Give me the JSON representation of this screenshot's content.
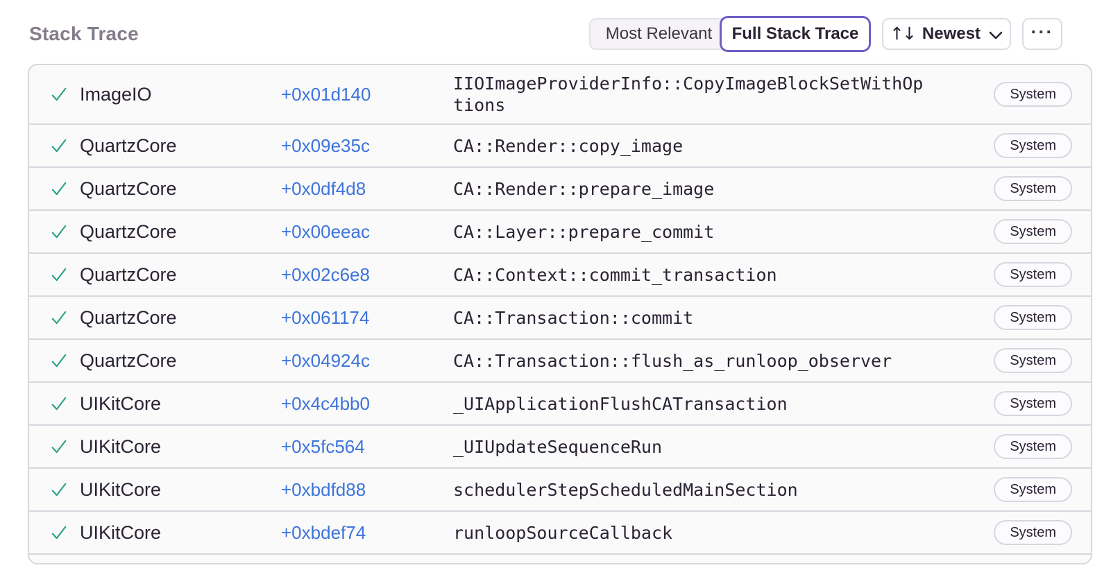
{
  "header": {
    "title": "Stack Trace",
    "segmented_control": {
      "most_relevant_label": "Most Relevant",
      "full_stack_trace_label": "Full Stack Trace",
      "active": "Full Stack Trace"
    },
    "sort_button": {
      "icon": "sort-arrows-icon",
      "icon_glyph": "↑↓",
      "label": "Newest",
      "chevron": "chevron-down-icon"
    },
    "more_button": {
      "icon": "ellipsis-icon",
      "glyph": "···"
    }
  },
  "colors": {
    "accent_purple": "#6C5FC7",
    "link_blue": "#3D74DB",
    "check_green": "#2BA185",
    "title_gray": "#857C8D",
    "text_dark": "#2B2233",
    "row_background": "#FAFAFB",
    "divider": "#D9D6DE"
  },
  "frames": [
    {
      "module": "ImageIO",
      "address": "+0x01d140",
      "function": "IIOImageProviderInfo::CopyImageBlockSetWithOptions",
      "tag": "System"
    },
    {
      "module": "QuartzCore",
      "address": "+0x09e35c",
      "function": "CA::Render::copy_image",
      "tag": "System"
    },
    {
      "module": "QuartzCore",
      "address": "+0x0df4d8",
      "function": "CA::Render::prepare_image",
      "tag": "System"
    },
    {
      "module": "QuartzCore",
      "address": "+0x00eeac",
      "function": "CA::Layer::prepare_commit",
      "tag": "System"
    },
    {
      "module": "QuartzCore",
      "address": "+0x02c6e8",
      "function": "CA::Context::commit_transaction",
      "tag": "System"
    },
    {
      "module": "QuartzCore",
      "address": "+0x061174",
      "function": "CA::Transaction::commit",
      "tag": "System"
    },
    {
      "module": "QuartzCore",
      "address": "+0x04924c",
      "function": "CA::Transaction::flush_as_runloop_observer",
      "tag": "System"
    },
    {
      "module": "UIKitCore",
      "address": "+0x4c4bb0",
      "function": "_UIApplicationFlushCATransaction",
      "tag": "System"
    },
    {
      "module": "UIKitCore",
      "address": "+0x5fc564",
      "function": "_UIUpdateSequenceRun",
      "tag": "System"
    },
    {
      "module": "UIKitCore",
      "address": "+0xbdfd88",
      "function": "schedulerStepScheduledMainSection",
      "tag": "System"
    },
    {
      "module": "UIKitCore",
      "address": "+0xbdef74",
      "function": "runloopSourceCallback",
      "tag": "System"
    }
  ]
}
